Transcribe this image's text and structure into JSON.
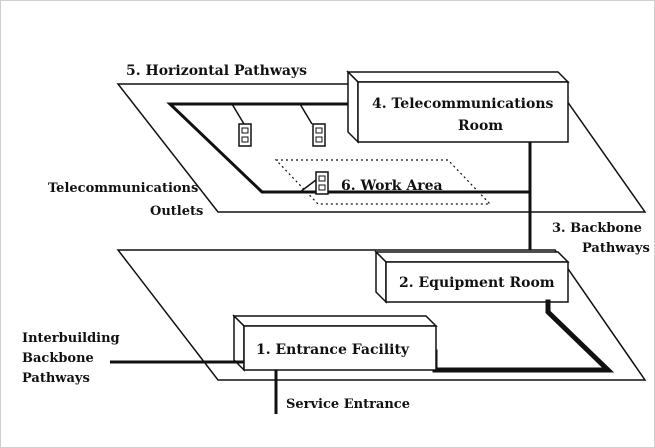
{
  "labels": {
    "horizontal_pathways": "5. Horizontal Pathways",
    "telecom_room_line1": "4. Telecommunications",
    "telecom_room_line2": "Room",
    "telecom_outlets_line1": "Telecommunications",
    "telecom_outlets_line2": "Outlets",
    "work_area": "6. Work Area",
    "backbone_line1": "3. Backbone",
    "backbone_line2": "Pathways",
    "equipment_room": "2. Equipment Room",
    "interbuilding_line1": "Interbuilding",
    "interbuilding_line2": "Backbone",
    "interbuilding_line3": "Pathways",
    "entrance_facility": "1. Entrance Facility",
    "service_entrance": "Service Entrance"
  }
}
